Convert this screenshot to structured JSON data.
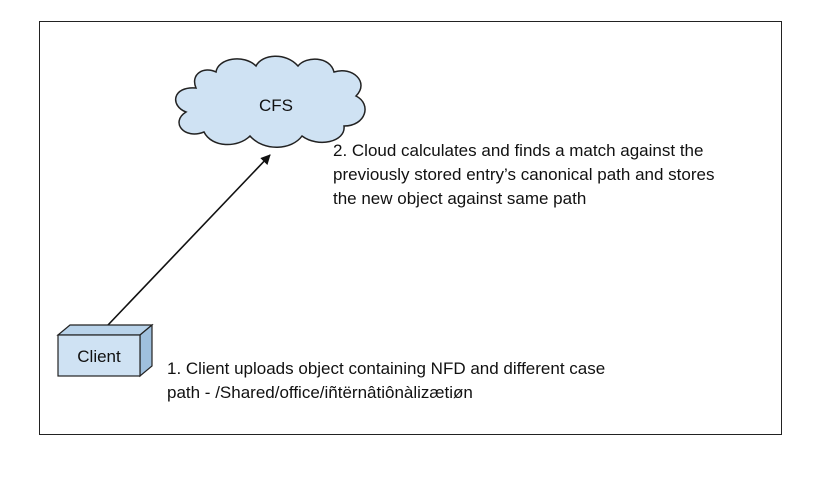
{
  "diagram": {
    "cloud": {
      "label": "CFS",
      "fill": "#cfe2f3",
      "stroke": "#222222"
    },
    "client": {
      "label": "Client",
      "fill": "#cfe2f3",
      "stroke": "#222222"
    },
    "step2": {
      "line1": "2. Cloud calculates and finds a match against the",
      "line2": "previously stored entry’s canonical path and stores",
      "line3": "the new object against same path"
    },
    "step1": {
      "line1": "1. Client uploads object containing NFD and different case",
      "line2": "path - /Shared/office/iñtërnâtiônàlizætiøn"
    }
  }
}
